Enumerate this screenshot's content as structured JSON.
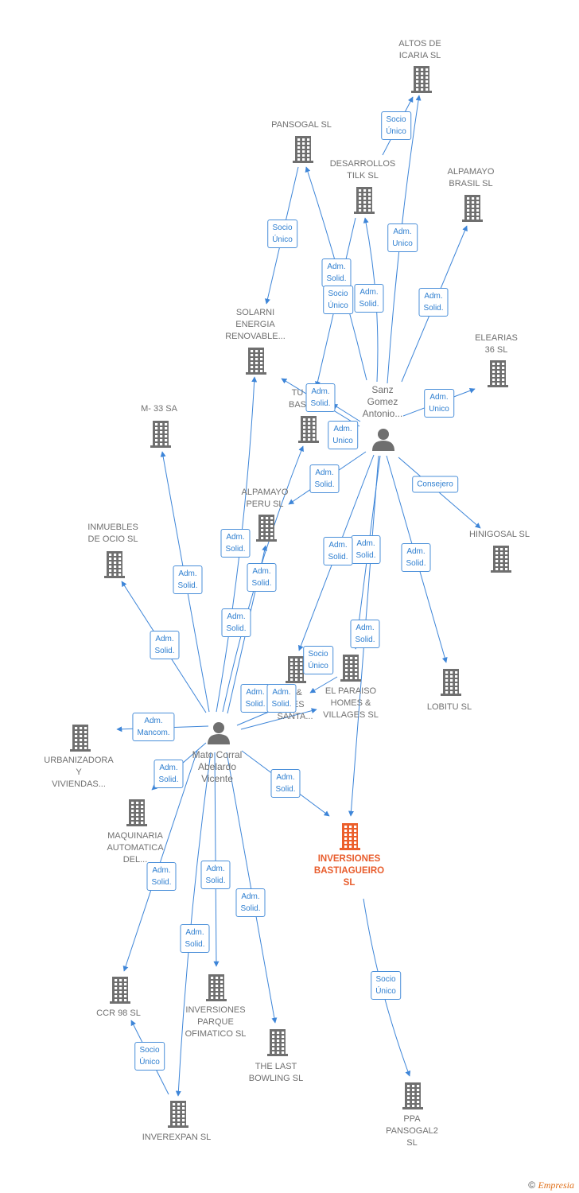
{
  "nodes": [
    {
      "id": "altos",
      "label": "ALTOS DE\nICARIA  SL",
      "type": "company"
    },
    {
      "id": "pansogal",
      "label": "PANSOGAL  SL",
      "type": "company"
    },
    {
      "id": "desarrollos",
      "label": "DESARROLLOS\nTILK SL",
      "type": "company"
    },
    {
      "id": "alpamayo_brasil",
      "label": "ALPAMAYO\nBRASIL  SL",
      "type": "company"
    },
    {
      "id": "solarni",
      "label": "SOLARNI\nENERGIA\nRENOVABLE...",
      "type": "company"
    },
    {
      "id": "elearias",
      "label": "ELEARIAS\n36 SL",
      "type": "company"
    },
    {
      "id": "tu_bas",
      "label": "TU\nBAS",
      "type": "company"
    },
    {
      "id": "m33",
      "label": "M- 33 SA",
      "type": "company"
    },
    {
      "id": "alpamayo_peru",
      "label": "ALPAMAYO\nPERU  SL",
      "type": "company"
    },
    {
      "id": "inmuebles",
      "label": "INMUEBLES\nDE OCIO SL",
      "type": "company"
    },
    {
      "id": "hinigosal",
      "label": "HINIGOSAL  SL",
      "type": "company"
    },
    {
      "id": "lobitu",
      "label": "LOBITU SL",
      "type": "company"
    },
    {
      "id": "el_paraiso",
      "label": "EL PARAISO\nHOMES &\nVILLAGES  SL",
      "type": "company"
    },
    {
      "id": "homes_villages_santa",
      "label": "S &\nGES\nSANTA...",
      "type": "company"
    },
    {
      "id": "urbanizadora",
      "label": "URBANIZADORA\nY\nVIVIENDAS...",
      "type": "company"
    },
    {
      "id": "maquinaria",
      "label": "MAQUINARIA\nAUTOMATICA\nDEL...",
      "type": "company"
    },
    {
      "id": "inversiones_bast",
      "label": "INVERSIONES\nBASTIAGUEIRO\nSL",
      "type": "focus"
    },
    {
      "id": "ccr98",
      "label": "CCR 98 SL",
      "type": "company"
    },
    {
      "id": "inv_parque",
      "label": "INVERSIONES\nPARQUE\nOFIMATICO SL",
      "type": "company"
    },
    {
      "id": "last_bowling",
      "label": "THE LAST\nBOWLING  SL",
      "type": "company"
    },
    {
      "id": "ppa",
      "label": "PPA\nPANSOGAL2\nSL",
      "type": "company"
    },
    {
      "id": "inverexpan",
      "label": "INVEREXPAN SL",
      "type": "company"
    },
    {
      "id": "sanz",
      "label": "Sanz\nGomez\nAntonio...",
      "type": "person"
    },
    {
      "id": "mato",
      "label": "Mato Corral\nAbelardo\nVicente",
      "type": "person"
    }
  ],
  "edges": [
    {
      "from": "sanz",
      "to": "altos",
      "label": "Adm.\nUnico"
    },
    {
      "from": "desarrollos",
      "to": "altos",
      "label": "Socio\nÚnico"
    },
    {
      "from": "sanz",
      "to": "pansogal",
      "label": "Adm.\nSolid."
    },
    {
      "from": "pansogal",
      "to": "solarni",
      "label": "Socio\nÚnico"
    },
    {
      "from": "sanz",
      "to": "desarrollos",
      "label": "Adm.\nSolid."
    },
    {
      "from": "desarrollos",
      "to": "tu_bas",
      "label": "Socio\nÚnico"
    },
    {
      "from": "sanz",
      "to": "alpamayo_brasil",
      "label": "Adm.\nSolid."
    },
    {
      "from": "sanz",
      "to": "elearias",
      "label": "Adm.\nUnico"
    },
    {
      "from": "sanz",
      "to": "tu_bas",
      "label": "Adm.\nSolid."
    },
    {
      "from": "sanz",
      "to": "solarni",
      "label": "Adm.\nUnico"
    },
    {
      "from": "sanz",
      "to": "alpamayo_peru",
      "label": "Adm.\nSolid."
    },
    {
      "from": "sanz",
      "to": "hinigosal",
      "label": "Consejero"
    },
    {
      "from": "sanz",
      "to": "lobitu",
      "label": "Adm.\nSolid."
    },
    {
      "from": "sanz",
      "to": "el_paraiso",
      "label": "Adm.\nSolid."
    },
    {
      "from": "sanz",
      "to": "homes_villages_santa",
      "label": "Adm.\nSolid."
    },
    {
      "from": "sanz",
      "to": "inversiones_bast",
      "label": "Adm.\nSolid."
    },
    {
      "from": "el_paraiso",
      "to": "homes_villages_santa",
      "label": "Socio\nÚnico"
    },
    {
      "from": "mato",
      "to": "solarni",
      "label": "Adm.\nSolid."
    },
    {
      "from": "mato",
      "to": "tu_bas",
      "label": "Adm.\nSolid."
    },
    {
      "from": "mato",
      "to": "alpamayo_peru",
      "label": "Adm.\nSolid."
    },
    {
      "from": "mato",
      "to": "m33",
      "label": "Adm.\nSolid."
    },
    {
      "from": "mato",
      "to": "inmuebles",
      "label": "Adm.\nSolid."
    },
    {
      "from": "mato",
      "to": "homes_villages_santa",
      "label": "Adm.\nSolid."
    },
    {
      "from": "mato",
      "to": "el_paraiso",
      "label": "Adm.\nSolid."
    },
    {
      "from": "mato",
      "to": "urbanizadora",
      "label": "Adm.\nMancom."
    },
    {
      "from": "mato",
      "to": "maquinaria",
      "label": "Adm.\nSolid."
    },
    {
      "from": "mato",
      "to": "inversiones_bast",
      "label": "Adm.\nSolid."
    },
    {
      "from": "mato",
      "to": "ccr98",
      "label": "Adm.\nSolid."
    },
    {
      "from": "mato",
      "to": "inv_parque",
      "label": "Adm.\nSolid."
    },
    {
      "from": "mato",
      "to": "last_bowling",
      "label": "Adm.\nSolid."
    },
    {
      "from": "mato",
      "to": "inverexpan",
      "label": "Adm.\nSolid."
    },
    {
      "from": "inverexpan",
      "to": "ccr98",
      "label": "Socio\nÚnico"
    },
    {
      "from": "inversiones_bast",
      "to": "ppa",
      "label": "Socio\nÚnico"
    }
  ],
  "colors": {
    "edge": "#3d85d8",
    "company": "#6f6f6f",
    "focus": "#ec5f2b",
    "person": "#6f6f6f"
  },
  "footer": {
    "symbol": "©",
    "brand": "Empresia"
  }
}
